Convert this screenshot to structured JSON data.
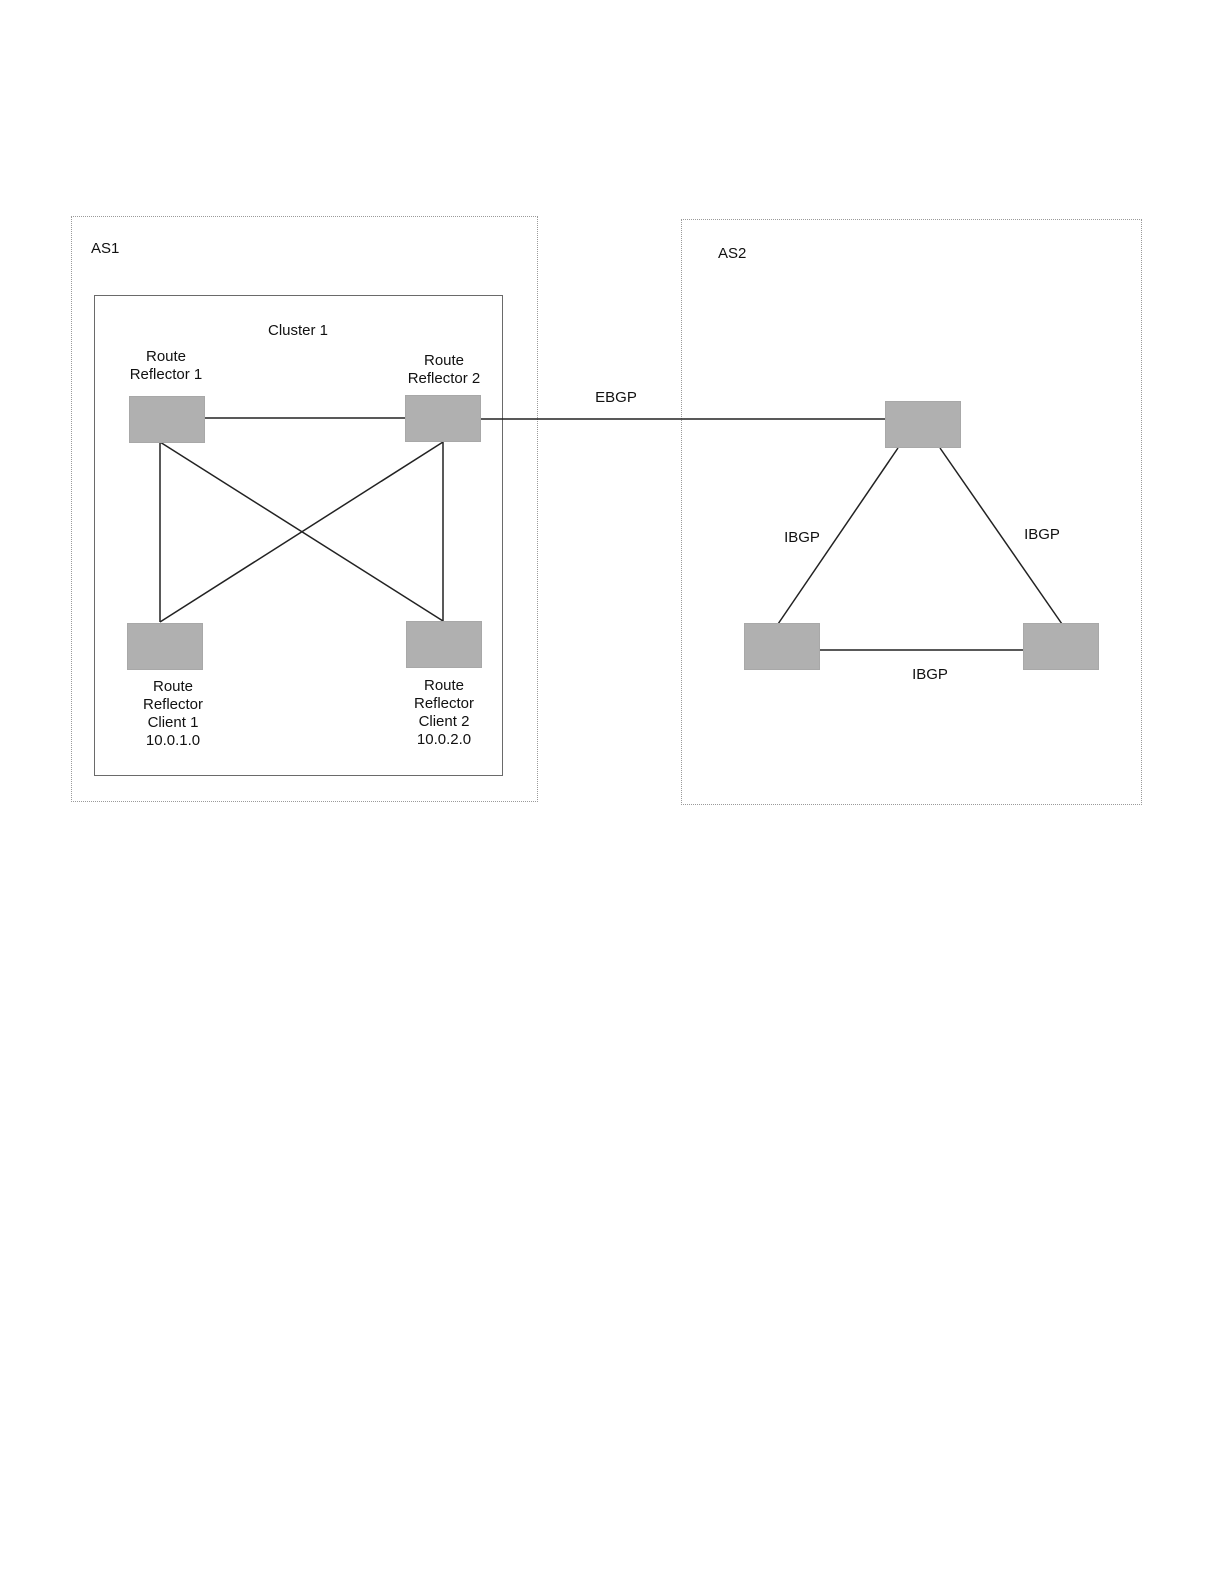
{
  "as1": {
    "title": "AS1",
    "cluster": {
      "title": "Cluster 1",
      "route_reflector_1": {
        "label_line1": "Route",
        "label_line2": "Reflector 1"
      },
      "route_reflector_2": {
        "label_line1": "Route",
        "label_line2": "Reflector 2"
      },
      "client_1": {
        "label_line1": "Route",
        "label_line2": "Reflector",
        "label_line3": "Client 1",
        "label_line4": "10.0.1.0"
      },
      "client_2": {
        "label_line1": "Route",
        "label_line2": "Reflector",
        "label_line3": "Client 2",
        "label_line4": "10.0.2.0"
      }
    }
  },
  "as2": {
    "title": "AS2",
    "ibgp_left": "IBGP",
    "ibgp_right": "IBGP",
    "ibgp_bottom": "IBGP"
  },
  "ebgp_label": "EBGP",
  "colors": {
    "router_fill": "#b0b0b0",
    "line": "#222222",
    "as_border": "#9a9a9a",
    "cluster_border": "#6a6a6a"
  }
}
